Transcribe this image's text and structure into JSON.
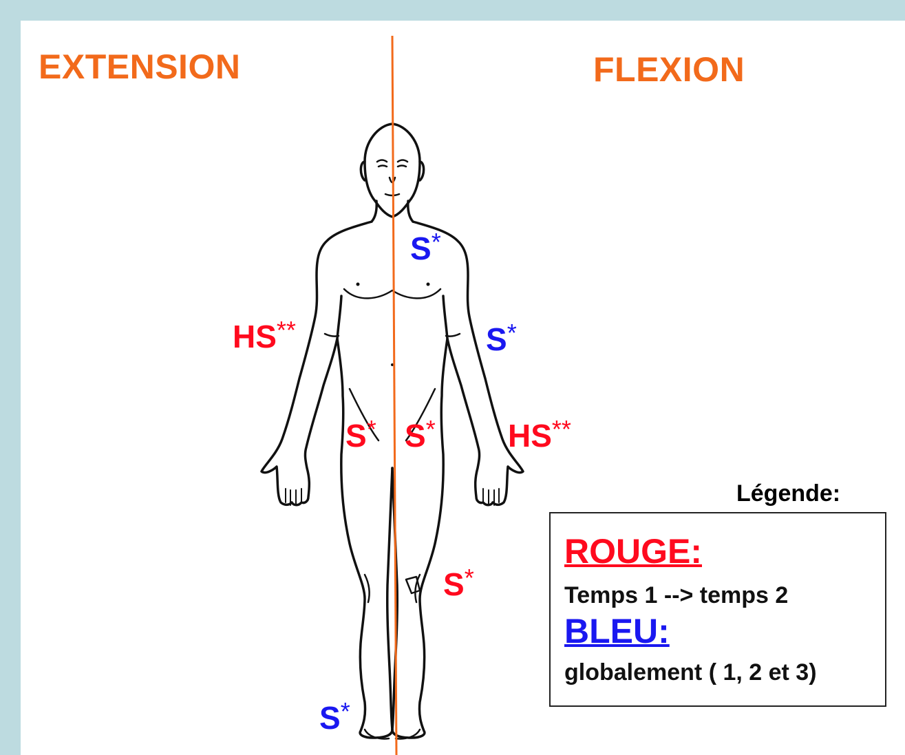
{
  "headings": {
    "left": "EXTENSION",
    "right": "FLEXION"
  },
  "colors": {
    "heading": "#f26a1b",
    "midline": "#f26a1b",
    "red": "#ff0a1e",
    "blue": "#1a18f0"
  },
  "markers": [
    {
      "label": "S",
      "stars": "*",
      "color": "blue",
      "region": "shoulder"
    },
    {
      "label": "HS",
      "stars": "**",
      "color": "red",
      "region": "elbow"
    },
    {
      "label": "S",
      "stars": "*",
      "color": "blue",
      "region": "elbow"
    },
    {
      "label": "S",
      "stars": "*",
      "color": "red",
      "region": "hip"
    },
    {
      "label": "S",
      "stars": "*",
      "color": "red",
      "region": "hip"
    },
    {
      "label": "HS",
      "stars": "**",
      "color": "red",
      "region": "wrist"
    },
    {
      "label": "S",
      "stars": "*",
      "color": "red",
      "region": "knee"
    },
    {
      "label": "S",
      "stars": "*",
      "color": "blue",
      "region": "ankle"
    }
  ],
  "legend": {
    "title": "Légende:",
    "items": [
      {
        "key": "ROUGE:",
        "color": "red",
        "description": "Temps 1 --> temps 2"
      },
      {
        "key": "BLEU:",
        "color": "blue",
        "description": "globalement ( 1, 2 et 3)"
      }
    ]
  }
}
